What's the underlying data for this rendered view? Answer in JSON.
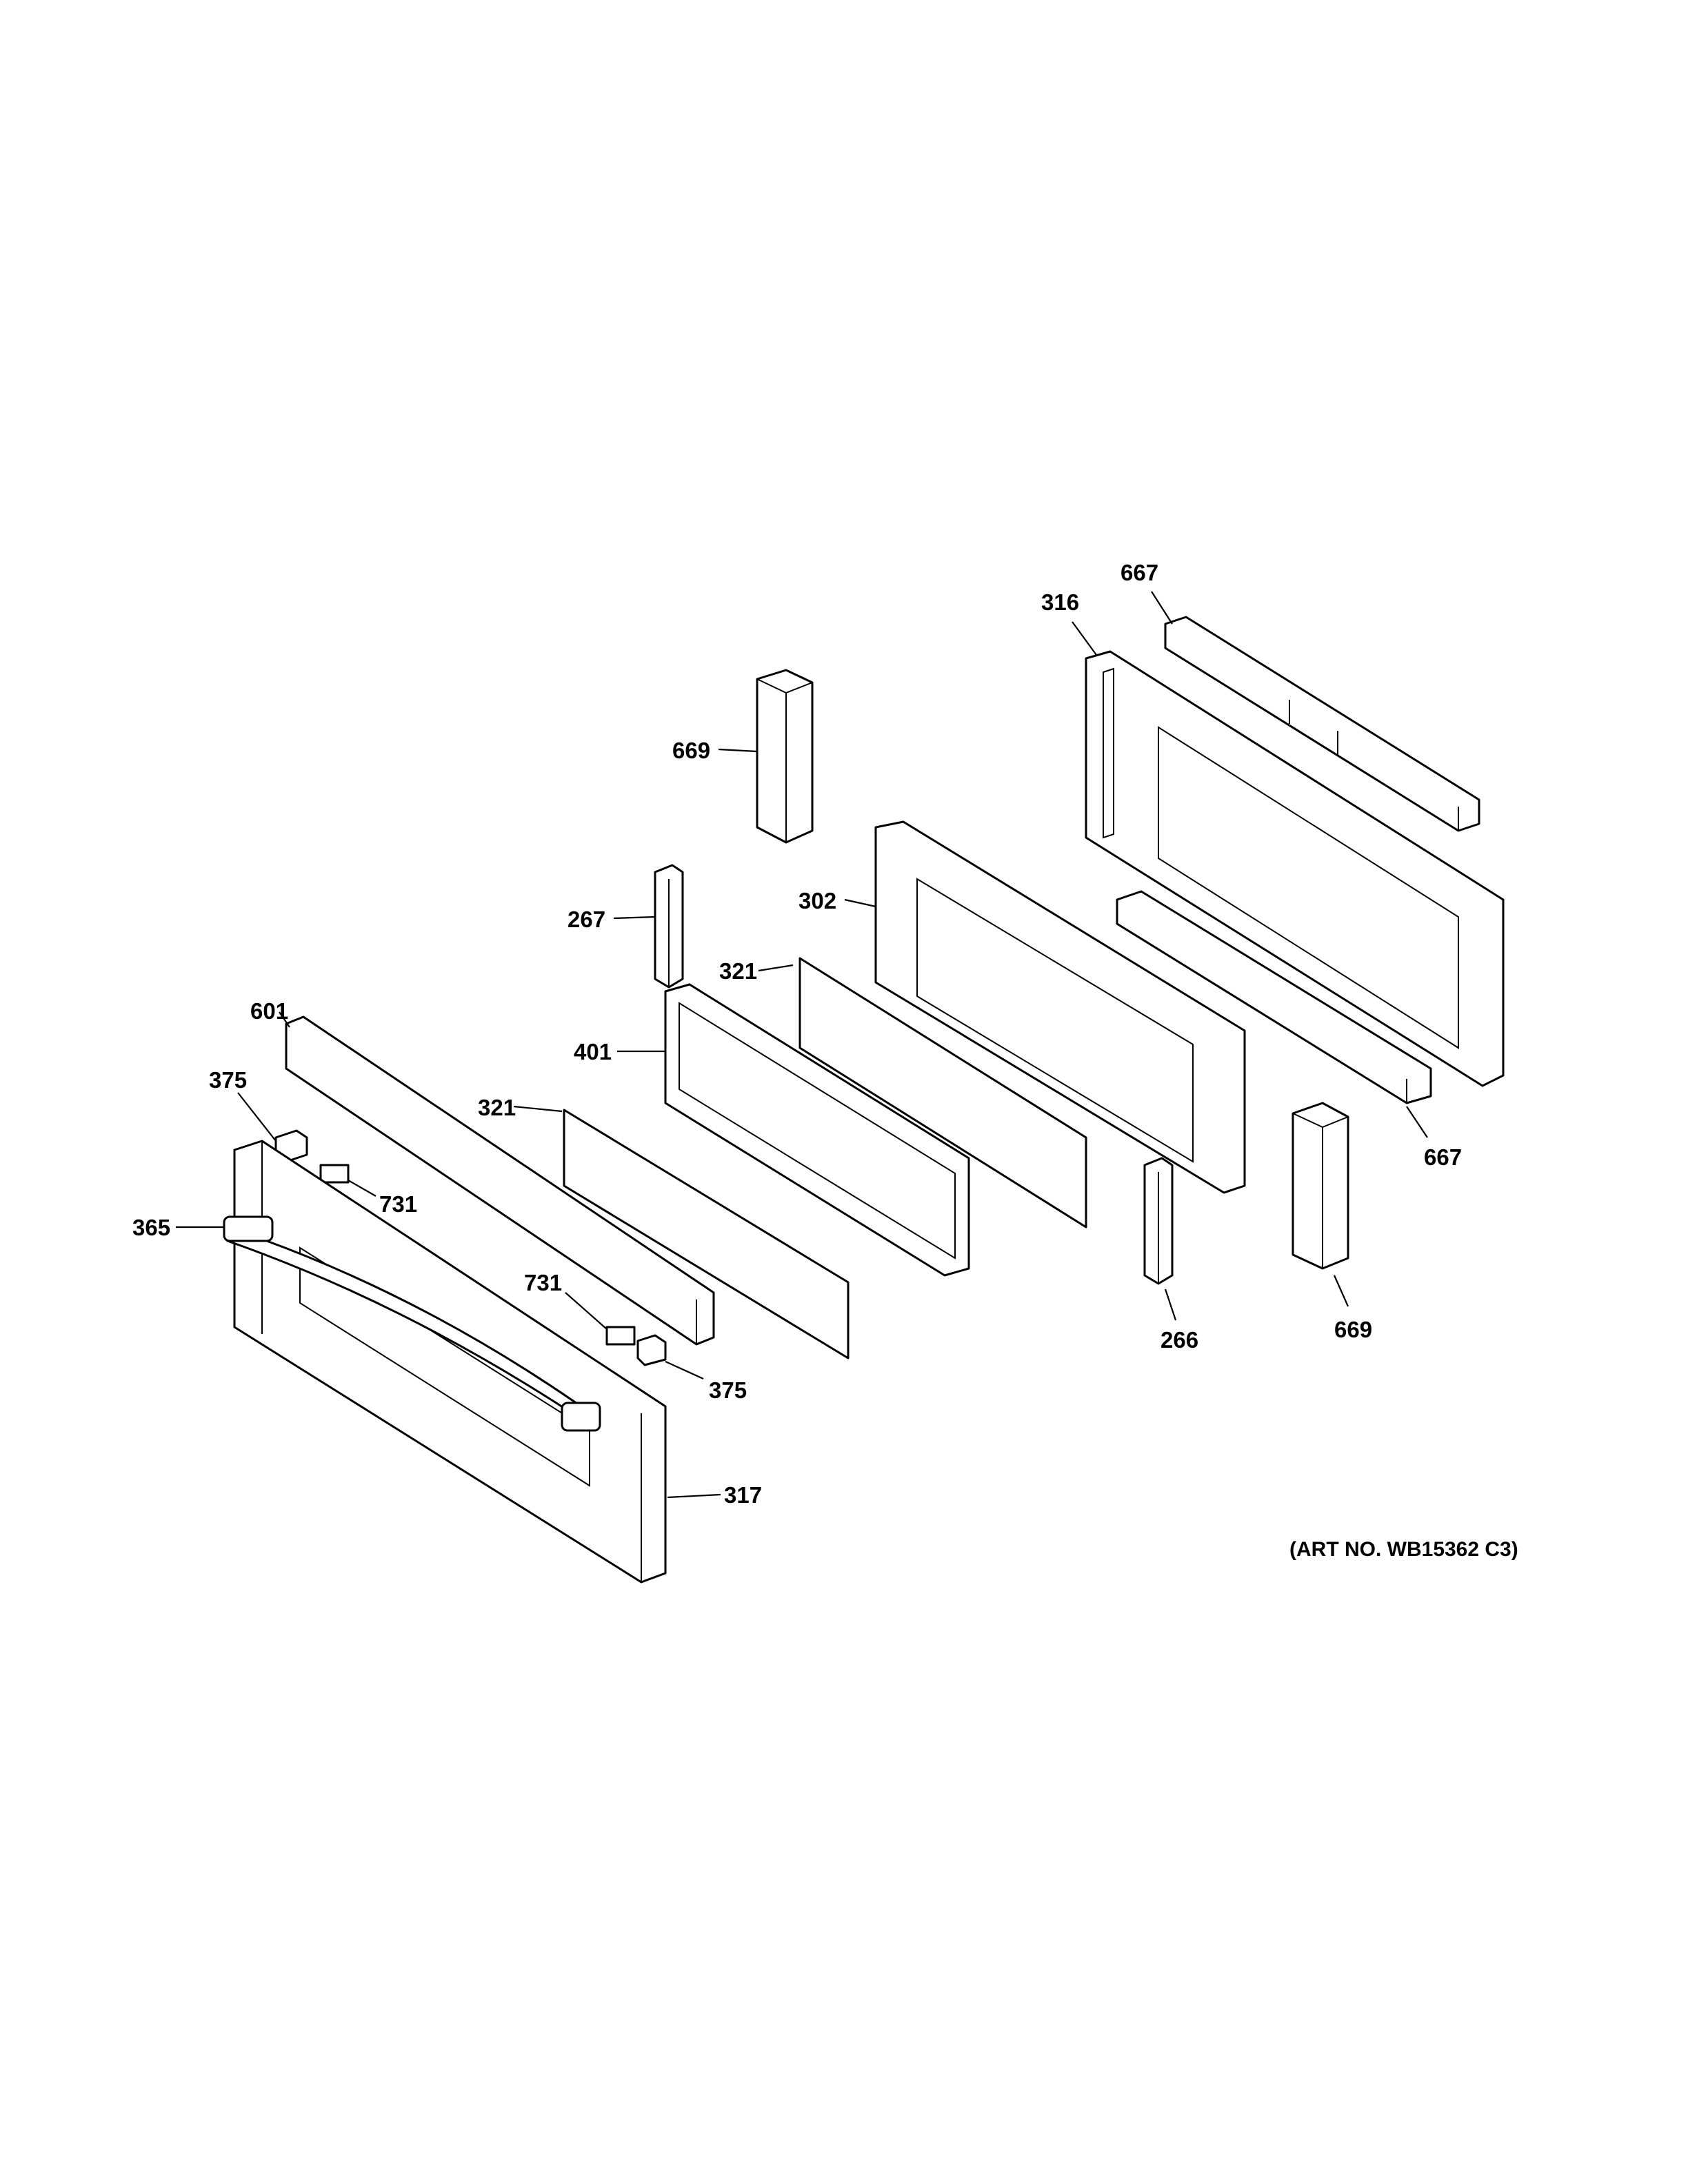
{
  "diagram": {
    "labels": {
      "p667_top": "667",
      "p316": "316",
      "p669_top": "669",
      "p267": "267",
      "p302": "302",
      "p321_right": "321",
      "p601": "601",
      "p401": "401",
      "p375_top": "375",
      "p321_left": "321",
      "p731_top": "731",
      "p365": "365",
      "p731_bottom": "731",
      "p375_bottom": "375",
      "p317": "317",
      "p667_right": "667",
      "p266": "266",
      "p669_bottom": "669"
    },
    "art_number": "(ART NO. WB15362 C3)"
  }
}
